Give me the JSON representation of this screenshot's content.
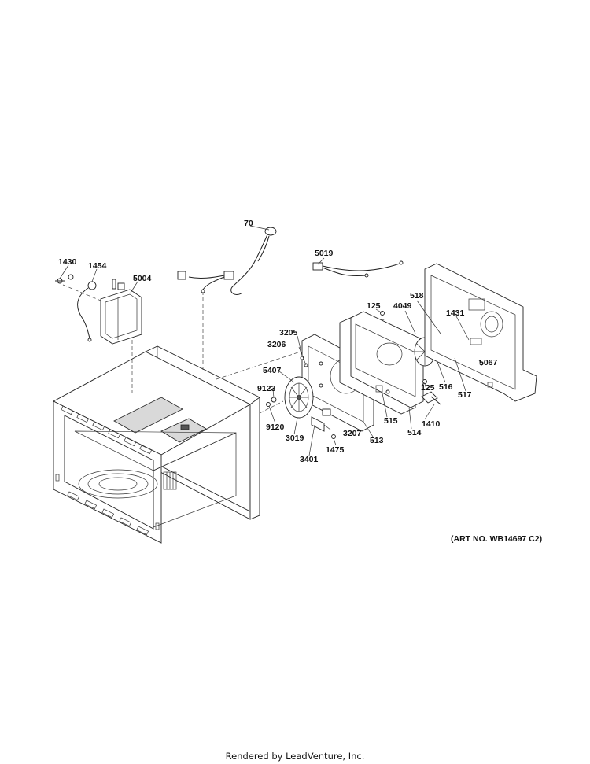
{
  "diagram": {
    "part_labels": [
      "70",
      "5019",
      "1430",
      "1454",
      "5004",
      "125",
      "4049",
      "518",
      "1431",
      "3205",
      "3206",
      "5067",
      "5407",
      "9123",
      "516",
      "517",
      "125",
      "1410",
      "9120",
      "3019",
      "3207",
      "515",
      "514",
      "513",
      "3401",
      "1475"
    ],
    "art_number": "(ART NO. WB14697 C2)",
    "footer": "Rendered by LeadVenture, Inc."
  },
  "colors": {
    "line": "#222222",
    "background": "#ffffff",
    "shade": "#d9d9d9"
  }
}
